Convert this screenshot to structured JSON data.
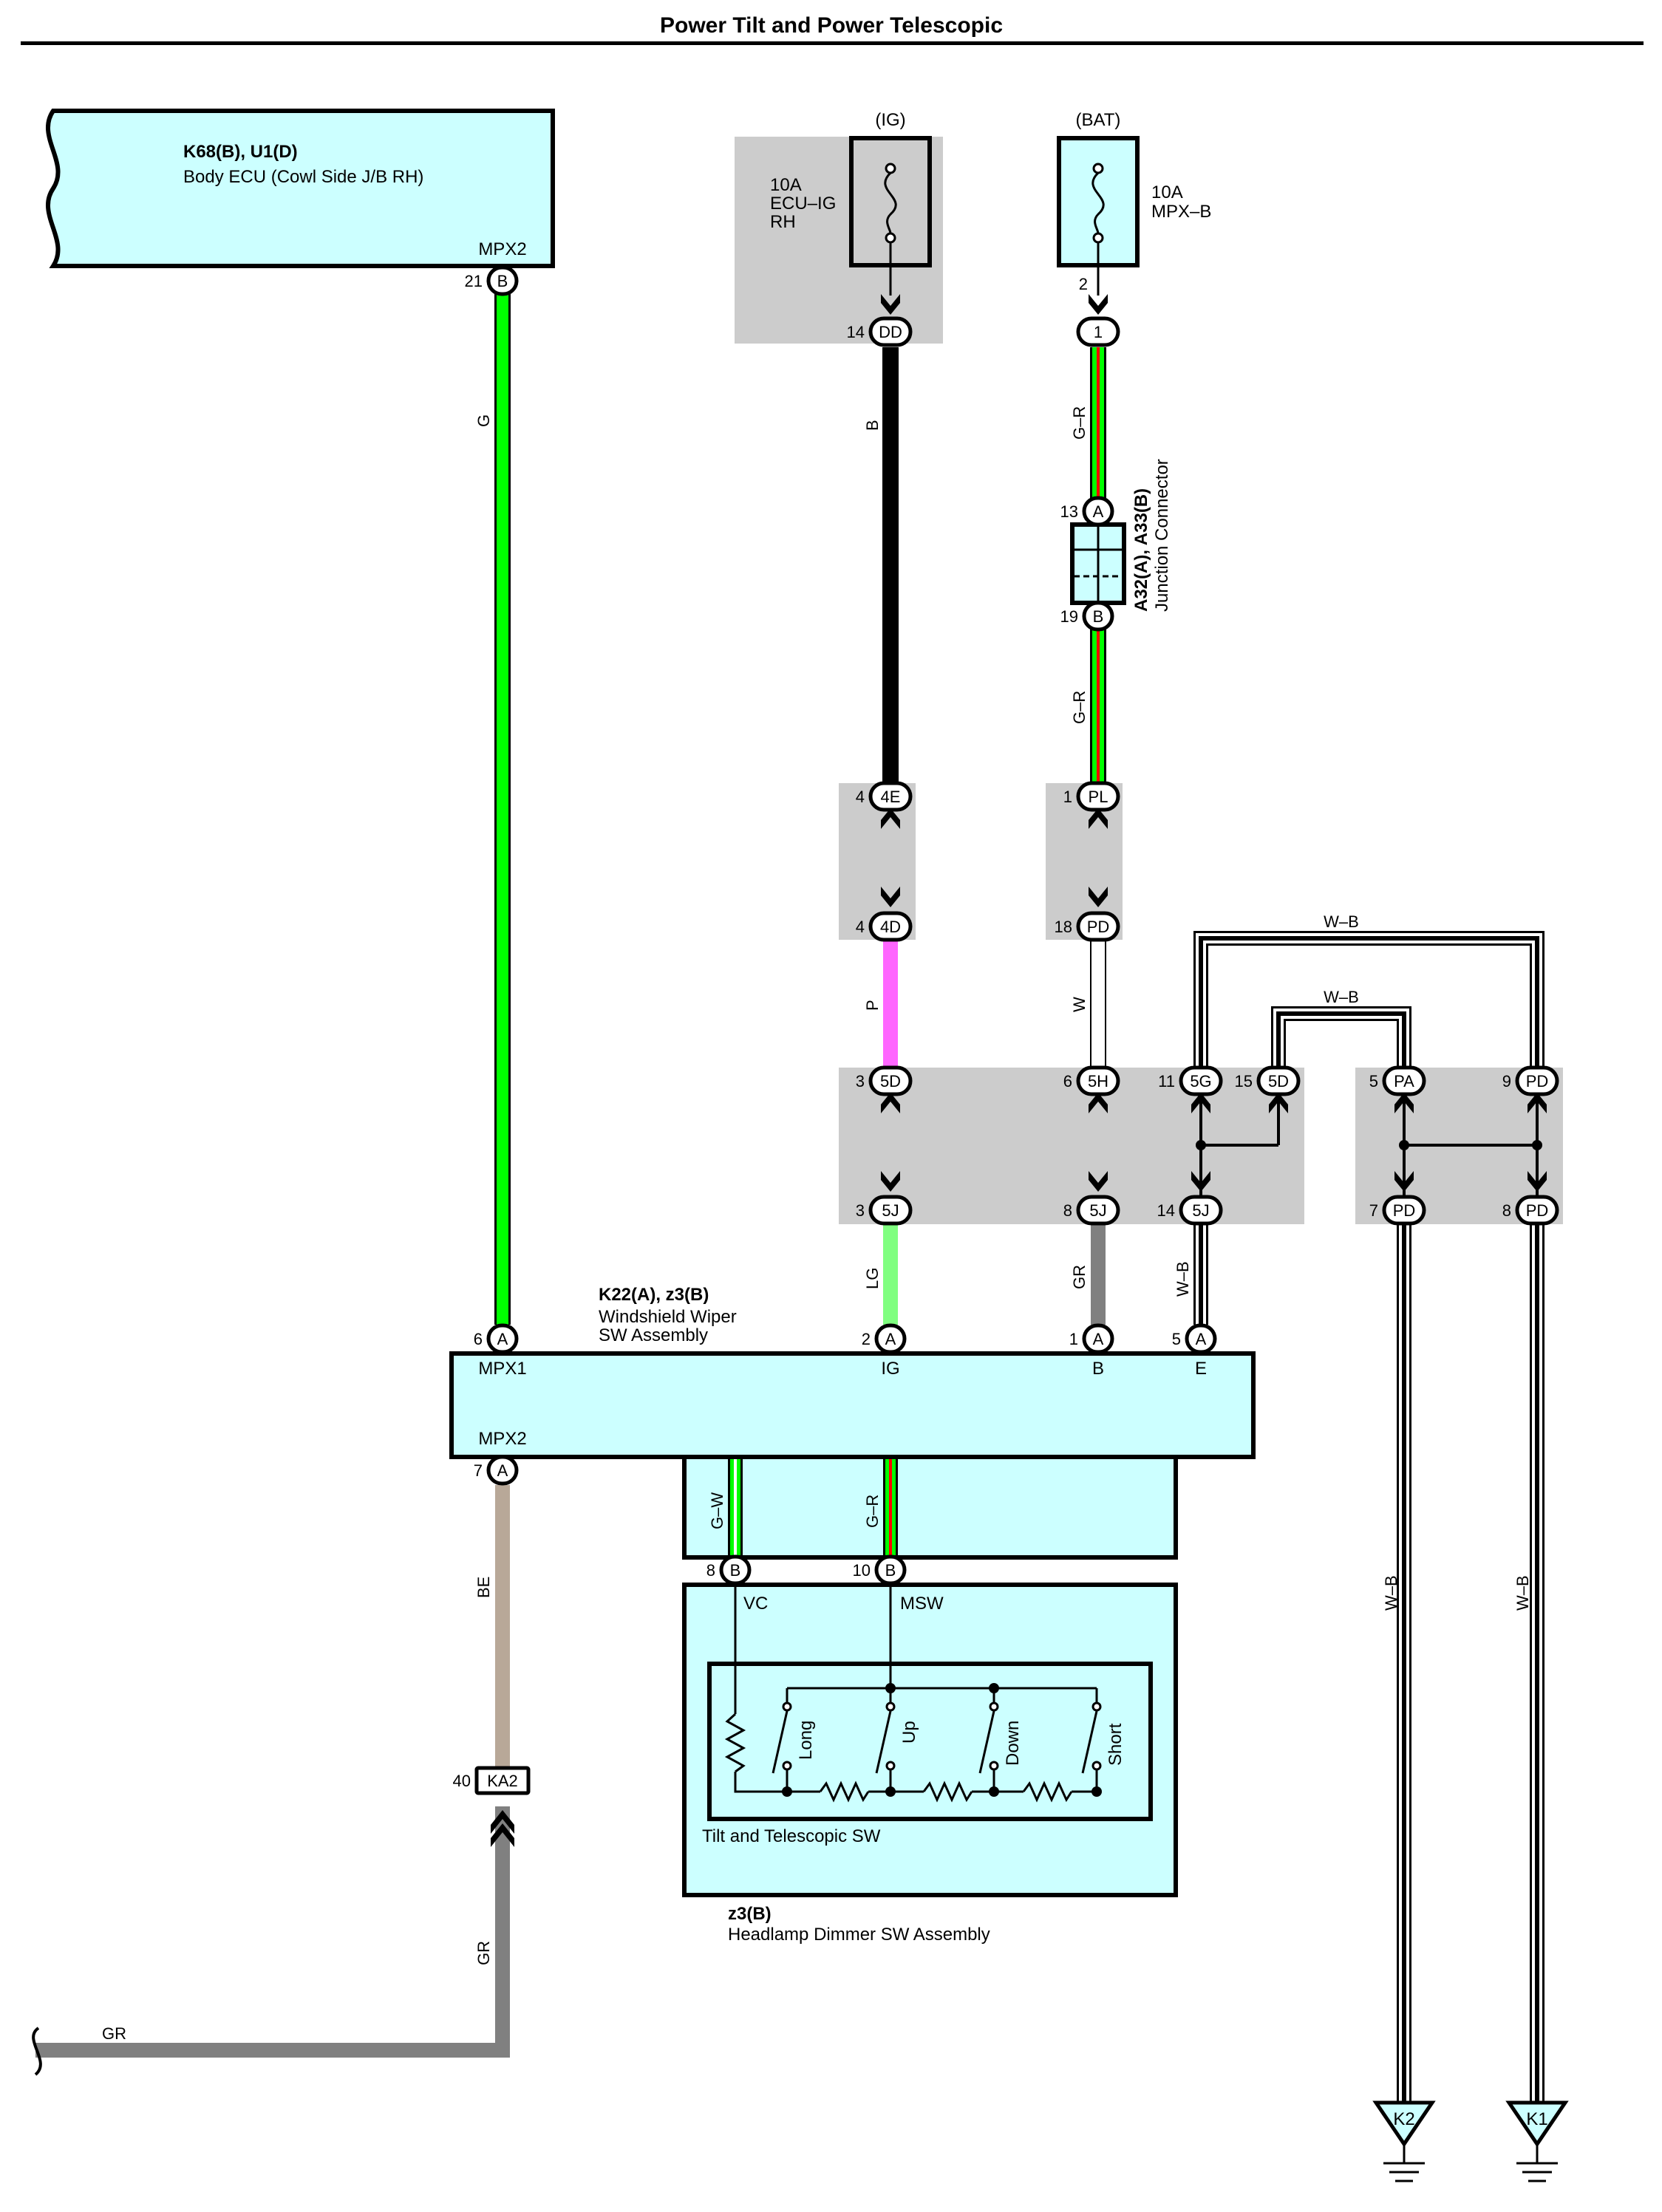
{
  "title": "Power Tilt and Power Telescopic",
  "components": {
    "body_ecu": {
      "code": "K68(B), U1(D)",
      "name": "Body ECU (Cowl Side J/B RH)",
      "terminal": "MPX2"
    },
    "fuse_ig": {
      "source": "(IG)",
      "rating": "10A",
      "name_l1": "ECU–IG",
      "name_l2": "RH"
    },
    "fuse_bat": {
      "source": "(BAT)",
      "rating": "10A",
      "name": "MPX–B"
    },
    "junction": {
      "code": "A32(A), A33(B)",
      "name": "Junction Connector"
    },
    "wiper_sw": {
      "code": "K22(A), z3(B)",
      "name_l1": "Windshield Wiper",
      "name_l2": "SW Assembly",
      "terminals": {
        "mpx1": "MPX1",
        "mpx2": "MPX2",
        "ig": "IG",
        "b": "B",
        "e": "E"
      }
    },
    "tilt_sw": {
      "name": "Tilt and Telescopic SW",
      "vc": "VC",
      "msw": "MSW",
      "positions": [
        "Long",
        "Up",
        "Down",
        "Short"
      ]
    },
    "dimmer_sw": {
      "code": "z3(B)",
      "name": "Headlamp Dimmer SW Assembly"
    },
    "grounds": [
      "K2",
      "K1"
    ]
  },
  "connectors": {
    "ecu_b": {
      "pin": "21",
      "label": "B"
    },
    "dd": {
      "pin": "14",
      "label": "DD"
    },
    "bat_out": {
      "pin": "2"
    },
    "c1": {
      "label": "1"
    },
    "ja": {
      "pin": "13",
      "label": "A"
    },
    "jb": {
      "pin": "19",
      "label": "B"
    },
    "c4e": {
      "pin": "4",
      "label": "4E"
    },
    "c4d": {
      "pin": "4",
      "label": "4D"
    },
    "cpl": {
      "pin": "1",
      "label": "PL"
    },
    "cpd": {
      "pin": "18",
      "label": "PD"
    },
    "c5d": {
      "pin": "3",
      "label": "5D"
    },
    "c5h": {
      "pin": "6",
      "label": "5H"
    },
    "c5g": {
      "pin": "11",
      "label": "5G"
    },
    "c5d2": {
      "pin": "15",
      "label": "5D"
    },
    "cpa": {
      "pin": "5",
      "label": "PA"
    },
    "cpd9": {
      "pin": "9",
      "label": "PD"
    },
    "c5j3": {
      "pin": "3",
      "label": "5J"
    },
    "c5j8": {
      "pin": "8",
      "label": "5J"
    },
    "c5j14": {
      "pin": "14",
      "label": "5J"
    },
    "cpd7": {
      "pin": "7",
      "label": "PD"
    },
    "cpd8": {
      "pin": "8",
      "label": "PD"
    },
    "wa6": {
      "pin": "6",
      "label": "A"
    },
    "wa2": {
      "pin": "2",
      "label": "A"
    },
    "wa1": {
      "pin": "1",
      "label": "A"
    },
    "wa5": {
      "pin": "5",
      "label": "A"
    },
    "wa7": {
      "pin": "7",
      "label": "A"
    },
    "wb8": {
      "pin": "8",
      "label": "B"
    },
    "wb10": {
      "pin": "10",
      "label": "B"
    },
    "ka2": {
      "pin": "40",
      "label": "KA2"
    }
  },
  "wires": {
    "g": "G",
    "b": "B",
    "gr1": "G–R",
    "gr2": "G–R",
    "p": "P",
    "w": "W",
    "lg": "LG",
    "gray": "GR",
    "wb_5j": "W–B",
    "wb_top1": "W–B",
    "wb_top2": "W–B",
    "gw": "G–W",
    "gr_inner": "G–R",
    "be": "BE",
    "gr_bottom_v": "GR",
    "gr_bottom_h": "GR",
    "wb_k2": "W–B",
    "wb_k1": "W–B"
  },
  "colors": {
    "component_fill": "#ccffff",
    "splice_fill": "#cccccc",
    "wire_green": "#00ff00",
    "wire_light_green": "#80ff80",
    "wire_pink": "#ff66ff",
    "wire_gray": "#808080",
    "wire_beige": "#b8a898",
    "wire_red": "#ff0000"
  }
}
